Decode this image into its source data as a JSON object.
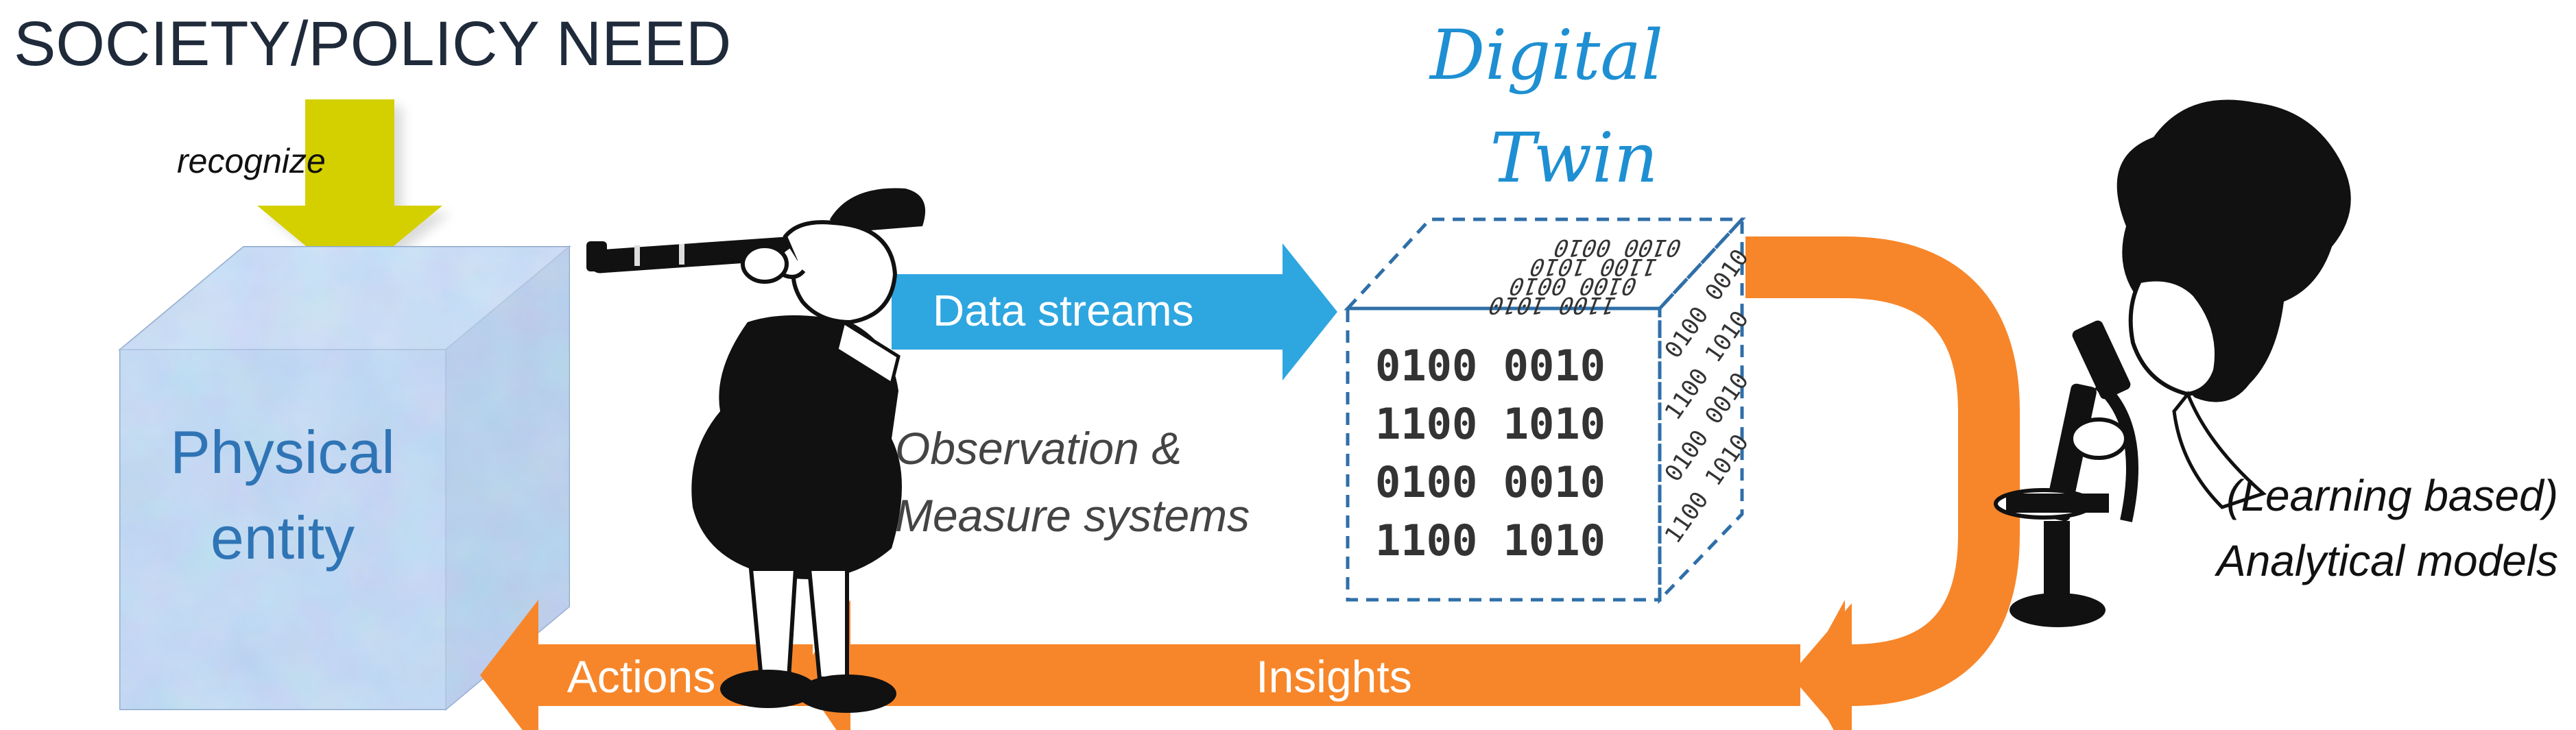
{
  "title": "SOCIETY/POLICY NEED",
  "recognize_label": "recognize",
  "physical_entity": {
    "line1": "Physical",
    "line2": "entity"
  },
  "digital_twin": {
    "line1": "Digital",
    "line2": "Twin"
  },
  "data_streams_label": "Data streams",
  "observation_label": {
    "line1": "Observation &",
    "line2": "Measure systems"
  },
  "models_label": {
    "line1": "(Learning based)",
    "line2": "Analytical models"
  },
  "insights_label": "Insights",
  "actions_label": "Actions",
  "binary": {
    "front": [
      "0100 0010",
      "1100 1010",
      "0100 0010",
      "1100 1010"
    ],
    "top": [
      "0100 0010",
      "1100 1010",
      "0100 0010",
      "1100 1010"
    ],
    "side": [
      "0100 0010",
      "1100 1010",
      "0100 0010",
      "1100 1010"
    ]
  },
  "colors": {
    "title": "#1f2a3a",
    "accent_blue": "#1e8fd2",
    "arrow_blue": "#2ea6e0",
    "arrow_orange": "#f7862a",
    "arrow_yellow": "#d4d000",
    "cube_face": "#a9c8ea",
    "cube_text": "#2f74b5",
    "binary_text": "#333333",
    "dash_border": "#2f6fa8"
  }
}
